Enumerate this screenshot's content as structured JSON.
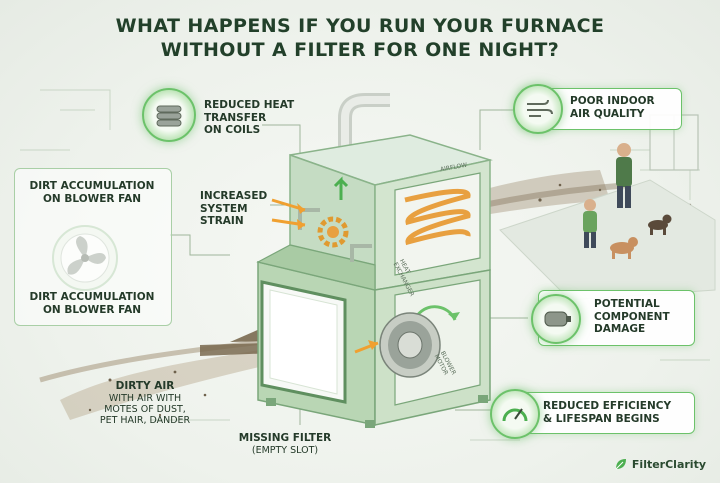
{
  "title": {
    "line1": "WHAT HAPPENS IF YOU RUN YOUR FURNACE",
    "line2": "WITHOUT A FILTER FOR ONE NIGHT?"
  },
  "callouts": {
    "reduced_heat": [
      "REDUCED HEAT",
      "TRANSFER",
      "ON COILS"
    ],
    "dirt_top": [
      "DIRT ACCUMULATION",
      "ON BLOWER FAN"
    ],
    "dirt_bottom": [
      "DIRT ACCUMULATION",
      "ON BLOWER FAN"
    ],
    "system_strain": [
      "INCREASED",
      "SYSTEM",
      "STRAIN"
    ],
    "dirty_air_title": "DIRTY AIR",
    "dirty_air_desc": [
      "WITH AIR WITH",
      "MOTES OF DUST,",
      "PET HAIR, DANDER"
    ],
    "missing_filter": "MISSING FILTER",
    "empty_slot": "(EMPTY SLOT)",
    "poor_air": [
      "POOR INDOOR",
      "AIR QUALITY"
    ],
    "component_damage": [
      "POTENTIAL",
      "COMPONENT",
      "DAMAGE"
    ],
    "efficiency": [
      "REDUCED EFFICIENCY",
      "& LIFESPAN BEGINS"
    ]
  },
  "furnace_labels": {
    "airflow": "AIRFLOW",
    "heat_exchanger": [
      "HEAT",
      "EXCHANGER"
    ],
    "blower_motor": [
      "BLOWER",
      "MOTOR"
    ]
  },
  "logo": {
    "text": "FilterClarity",
    "icon": "leaf-icon"
  },
  "colors": {
    "accent_green": "#6cc26a",
    "dark_green": "#22402a",
    "furnace_green": "#cfe3c4",
    "dust_brown": "#8a7a62",
    "coil_orange": "#e8a040"
  }
}
